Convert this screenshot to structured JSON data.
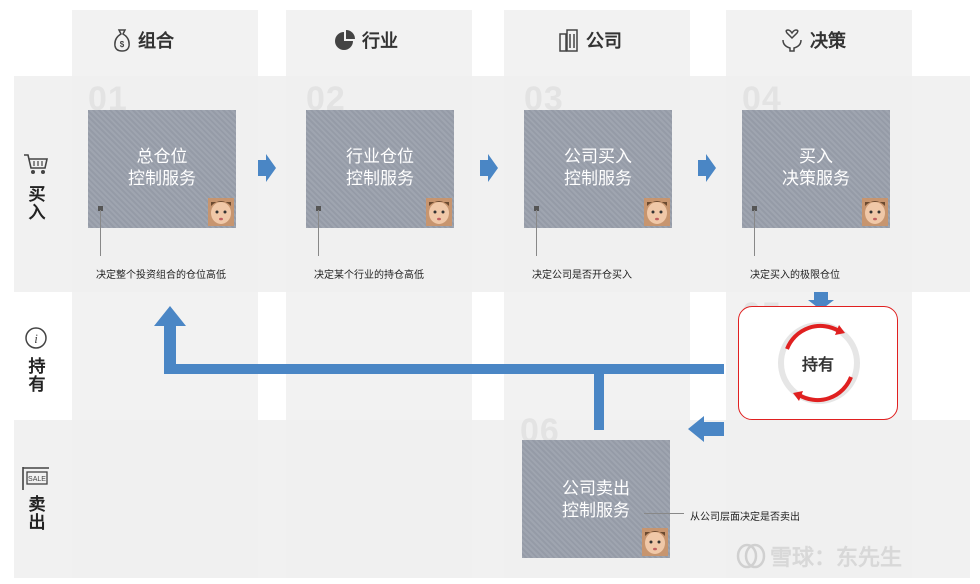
{
  "columns": [
    {
      "label": "组合",
      "icon": "money-bag-icon"
    },
    {
      "label": "行业",
      "icon": "pie-chart-icon"
    },
    {
      "label": "公司",
      "icon": "building-icon"
    },
    {
      "label": "决策",
      "icon": "hand-heart-icon"
    }
  ],
  "rows": [
    {
      "label": "买入",
      "icon": "shopping-cart-icon"
    },
    {
      "label": "持有",
      "icon": "info-icon"
    },
    {
      "label": "卖出",
      "icon": "sale-sign-icon"
    }
  ],
  "steps": [
    {
      "num": "01",
      "line1": "总仓位",
      "line2": "控制服务",
      "caption": "决定整个投资组合的仓位高低"
    },
    {
      "num": "02",
      "line1": "行业仓位",
      "line2": "控制服务",
      "caption": "决定某个行业的持仓高低"
    },
    {
      "num": "03",
      "line1": "公司买入",
      "line2": "控制服务",
      "caption": "决定公司是否开仓买入"
    },
    {
      "num": "04",
      "line1": "买入",
      "line2": "决策服务",
      "caption": "决定买入的极限仓位"
    },
    {
      "num": "05",
      "label": "持有"
    },
    {
      "num": "06",
      "line1": "公司卖出",
      "line2": "控制服务",
      "caption": "从公司层面决定是否卖出"
    }
  ],
  "watermark": "雪球：东先生",
  "colors": {
    "arrow": "#4a86c5",
    "box": "#9aa0ac",
    "red": "#e02020"
  }
}
